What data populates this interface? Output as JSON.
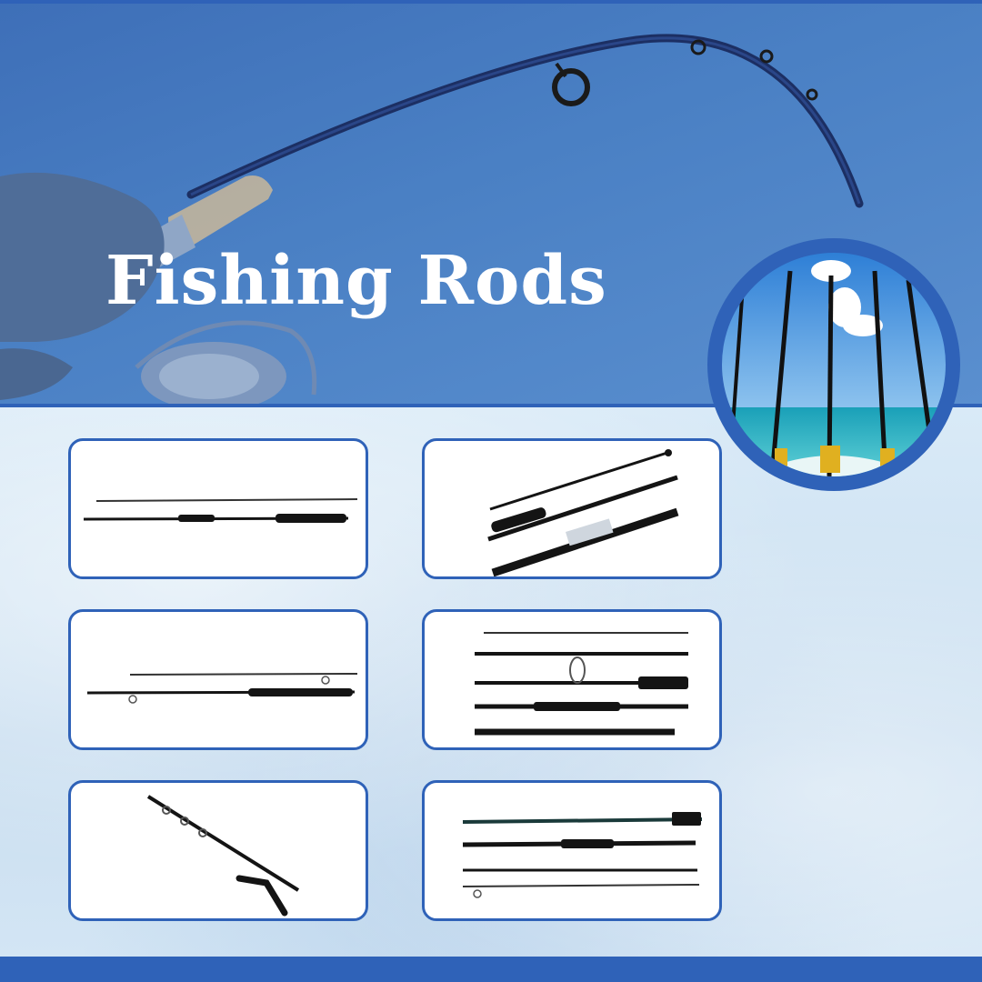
{
  "title": "Fishing Rods",
  "colors": {
    "brand_blue": "#2f62b8",
    "hero_blue": "#4a80c4",
    "card_bg": "#ffffff",
    "rod": "#141414"
  },
  "hero": {
    "image": "hand-holding-bent-fishing-rod"
  },
  "featured_photo": {
    "image": "rods-in-holders-on-boat-over-sea"
  },
  "products": [
    {
      "image": "casting-rod-two-piece"
    },
    {
      "image": "offshore-rod-three-piece"
    },
    {
      "image": "jigging-rod-two-piece"
    },
    {
      "image": "multi-piece-spinning-rod-set"
    },
    {
      "image": "bent-butt-trolling-rod"
    },
    {
      "image": "four-piece-travel-rod"
    }
  ]
}
